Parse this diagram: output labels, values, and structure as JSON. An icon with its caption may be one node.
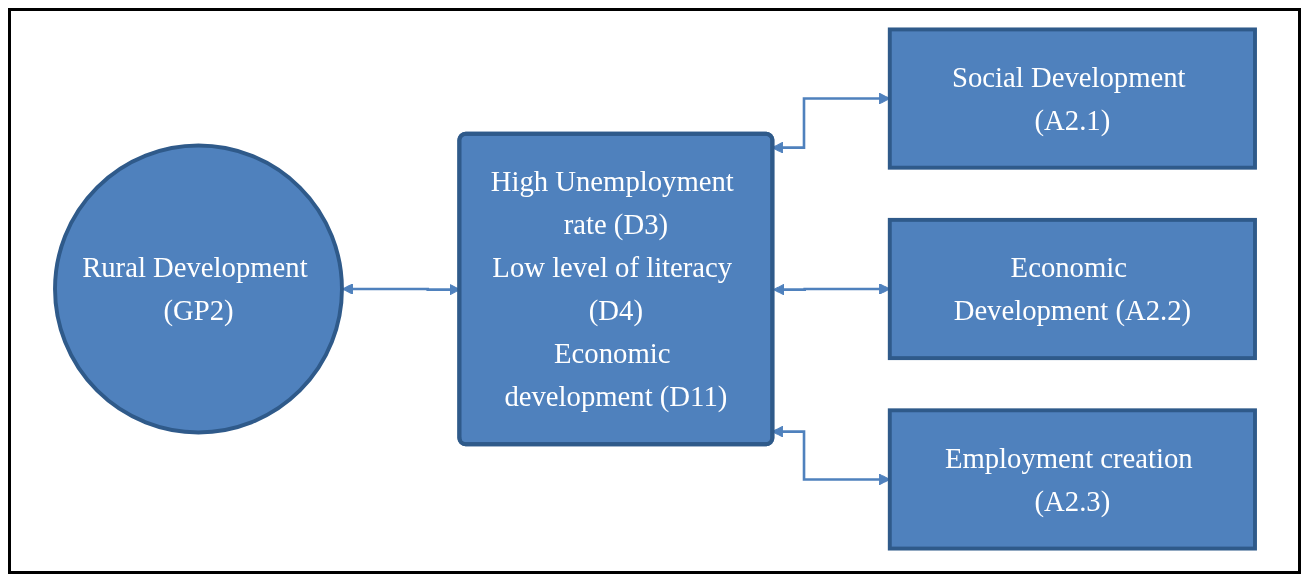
{
  "diagram": {
    "nodes": [
      {
        "text": [
          "Rural Development (GP2)"
        ]
      },
      {
        "text": [
          "High Unemployment rate (D3)",
          "Low level of literacy (D4)",
          "Economic development (D11)"
        ]
      },
      {
        "text": [
          "Social Development (A2.1)"
        ]
      },
      {
        "text": [
          "Economic Development (A2.2)"
        ]
      },
      {
        "text": [
          "Employment creation (A2.3)"
        ]
      }
    ],
    "edges": [
      {
        "from": 0,
        "to": 1,
        "arrow": "both"
      },
      {
        "from": 1,
        "to": 2,
        "arrow": "both"
      },
      {
        "from": 1,
        "to": 3,
        "arrow": "both"
      },
      {
        "from": 1,
        "to": 4,
        "arrow": "both"
      }
    ]
  }
}
